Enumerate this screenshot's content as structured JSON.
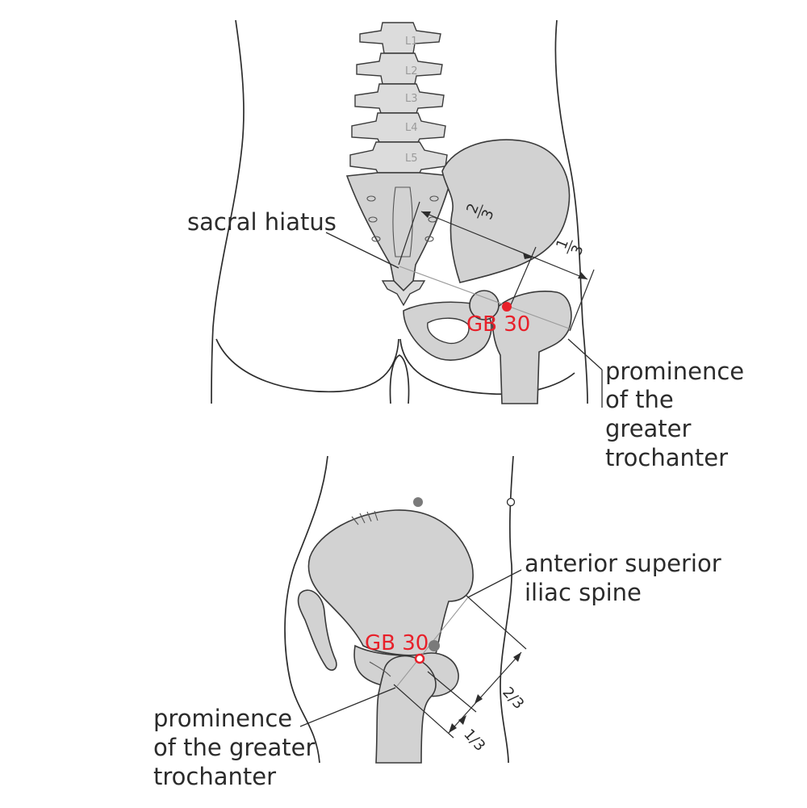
{
  "vertebra_labels": [
    "L1",
    "L2",
    "L3",
    "L4",
    "L5"
  ],
  "top_view": {
    "sacral_hiatus_label": "sacral hiatus",
    "point_label": "GB 30",
    "fraction_two_thirds": {
      "num": "2",
      "den": "3"
    },
    "fraction_one_third": {
      "num": "1",
      "den": "3"
    },
    "trochanter_label_lines": [
      "prominence",
      "of the",
      "greater",
      "trochanter"
    ]
  },
  "side_view": {
    "point_label": "GB 30",
    "asis_label_lines": [
      "anterior superior",
      "iliac spine"
    ],
    "fraction_two_thirds": "2/3",
    "fraction_one_third": "1/3",
    "trochanter_label_lines": [
      "prominence",
      "of the greater",
      "trochanter"
    ]
  },
  "colors": {
    "point": "#e8202a",
    "bone": "#d2d2d2",
    "marker_grey": "#7a7a7a"
  }
}
